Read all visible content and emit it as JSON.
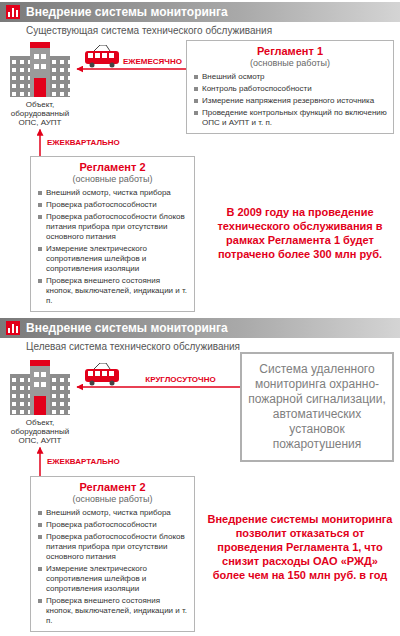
{
  "diagram": {
    "nodes": [
      {
        "text": [
          "Внедрение системы мониторинга"
        ]
      },
      {
        "text": [
          "Объект, оборудованный ОПС, АУПТ"
        ]
      },
      {
        "text": [
          "Регламент 1",
          "(основные работы)",
          "Внешний осмотр",
          "Контроль работоспособности",
          "Измерение напряжения резервного источника",
          "Проведение контрольных функций по включению ОПС и АУПТ и т. п."
        ]
      },
      {
        "text": [
          "Регламент 2",
          "(основные работы)",
          "Внешний осмотр, чистка прибора",
          "Проверка работоспособности",
          "Проверка работоспособности блоков питания прибора при отсутствии основного питания",
          "Измерение электрического сопротивления шлейфов и сопротивления изоляции",
          "Проверка внешнего состояния кнопок, выключателей, индикации и т. п."
        ]
      },
      {
        "text": [
          "Внедрение системы мониторинга"
        ]
      },
      {
        "text": [
          "Объект, оборудованный ОПС, АУПТ"
        ]
      },
      {
        "text": [
          "Система удаленного мониторинга охранно-пожарной сигнализации, автоматических установок пожаротушения"
        ]
      },
      {
        "text": [
          "Регламент 2",
          "(основные работы)",
          "Внешний осмотр, чистка прибора",
          "Проверка работоспособности",
          "Проверка работоспособности блоков питания прибора при отсутствии основного питания",
          "Измерение электрического сопротивления шлейфов и сопротивления изоляции",
          "Проверка внешнего состояния кнопок, выключателей, индикации и т. п."
        ]
      }
    ],
    "edges": [
      {
        "from": 2,
        "to": 1,
        "label": "ЕЖЕМЕСЯЧНО",
        "arrow": "to"
      },
      {
        "from": 3,
        "to": 1,
        "label": "ЕЖЕКВАРТАЛЬНО",
        "arrow": "to"
      },
      {
        "from": 6,
        "to": 5,
        "label": "КРУГЛОСУТОЧНО",
        "arrow": "to"
      },
      {
        "from": 7,
        "to": 5,
        "label": "ЕЖЕКВАРТАЛЬНО",
        "arrow": "to"
      }
    ],
    "labels": [
      "Существующая система технического обслуживания",
      "В 2009 году на проведение технического обслуживания в рамках Регламента 1 будет потрачено более 300 млн руб.",
      "Целевая система технического обслуживания",
      "Внедрение системы мониторинга позволит отказаться от проведения Регламента 1, что снизит расходы ОАО «РЖД» более чем на 150 млн руб. в год"
    ]
  }
}
